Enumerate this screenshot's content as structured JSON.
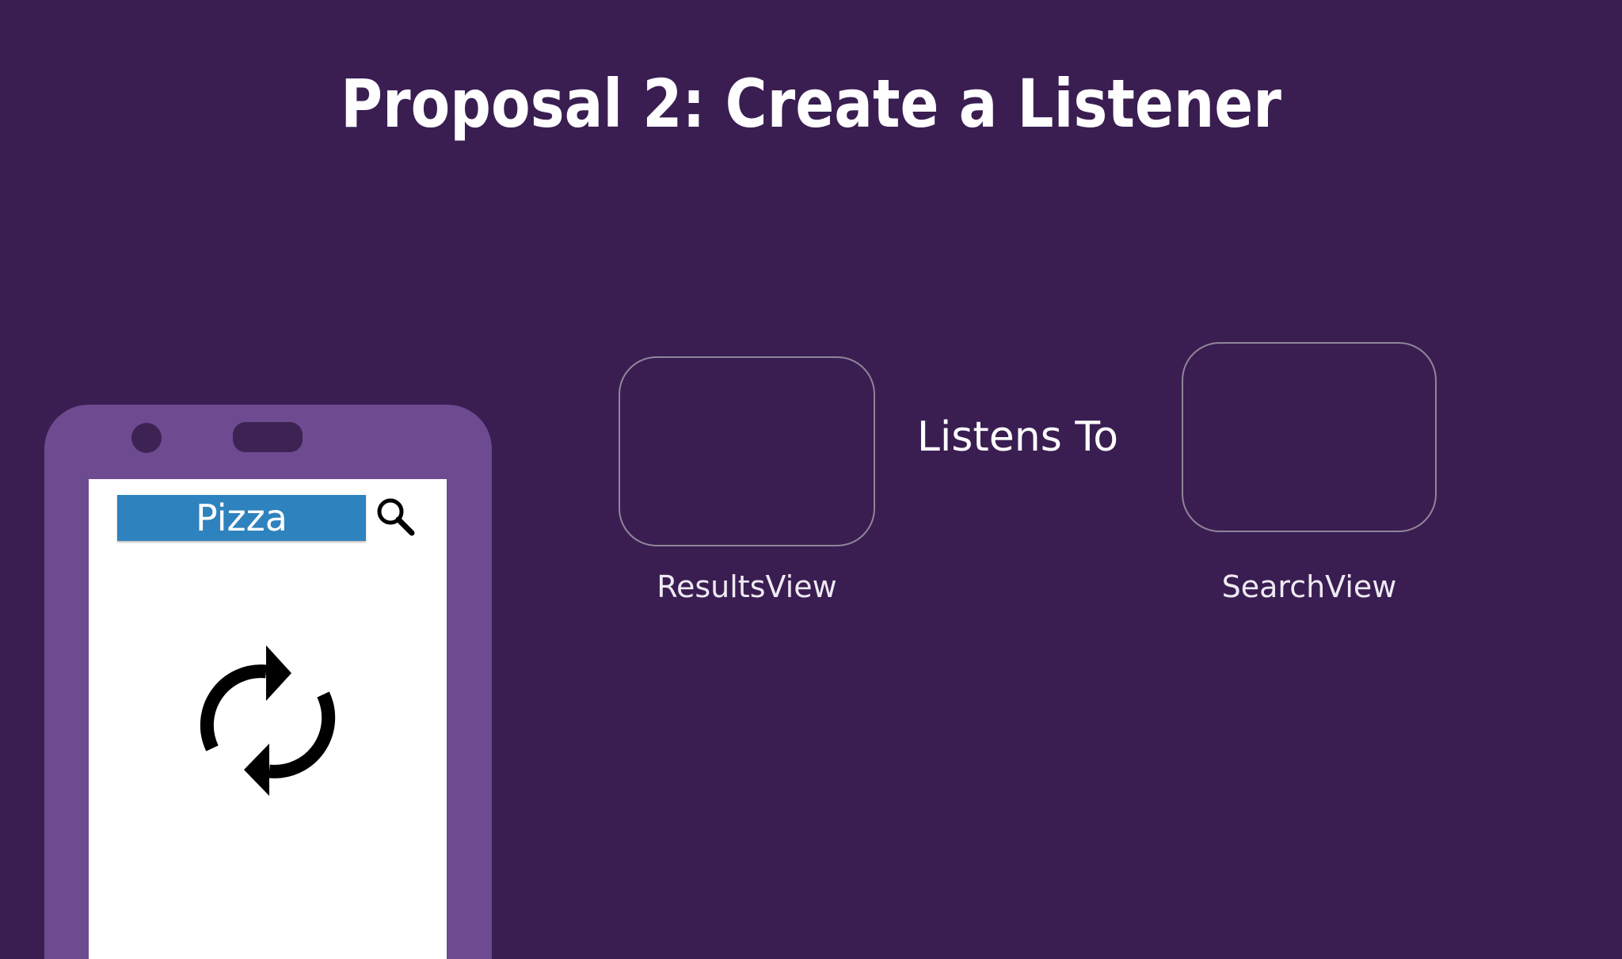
{
  "slide": {
    "title": "Proposal 2: Create a Listener"
  },
  "diagram": {
    "left_view": {
      "label": "ResultsView"
    },
    "relation": "Listens To",
    "right_view": {
      "label": "SearchView"
    }
  },
  "phone": {
    "search_text": "Pizza",
    "search_icon": "search-icon",
    "status_icon": "refresh-icon"
  },
  "colors": {
    "background": "#3a1e52",
    "phone_body": "#6e4a90",
    "search_bar": "#2e82be",
    "box_outline": "#8f8599"
  }
}
